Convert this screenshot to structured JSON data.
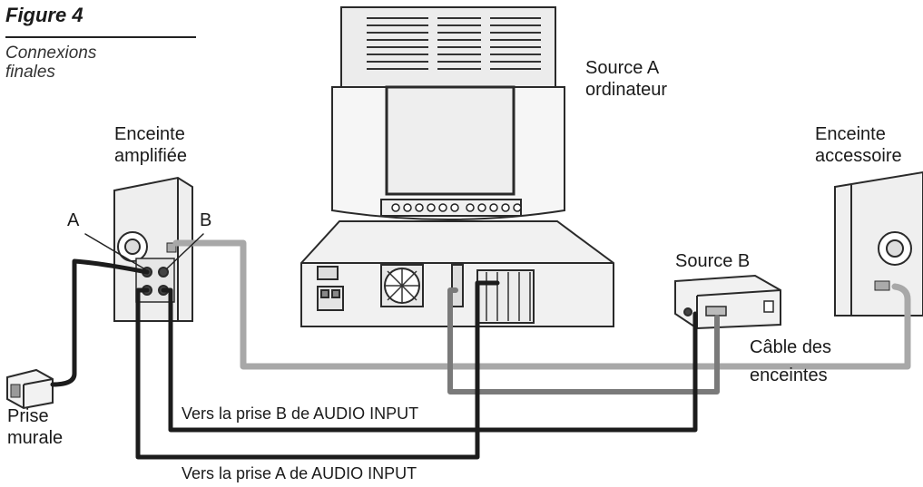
{
  "figure": {
    "title": "Figure 4",
    "subtitle_line1": "Connexions",
    "subtitle_line2": "finales"
  },
  "labels": {
    "source_a_line1": "Source A",
    "source_a_line2": "ordinateur",
    "powered_speaker_line1": "Enceinte",
    "powered_speaker_line2": "amplifiée",
    "accessory_speaker_line1": "Enceinte",
    "accessory_speaker_line2": "accessoire",
    "jack_a": "A",
    "jack_b": "B",
    "source_b": "Source B",
    "speaker_cable_line1": "Câble des",
    "speaker_cable_line2": "enceintes",
    "wall_outlet_line1": "Prise",
    "wall_outlet_line2": "murale",
    "to_input_b": "Vers la prise B de AUDIO INPUT",
    "to_input_a": "Vers la prise A de AUDIO INPUT"
  },
  "colors": {
    "black_cable": "#1c1c1c",
    "grey_cable": "#a8a8a8",
    "mid_grey_cable": "#7a7a7a",
    "device_fill": "#f2f2f2",
    "device_stroke": "#2a2a2a"
  }
}
